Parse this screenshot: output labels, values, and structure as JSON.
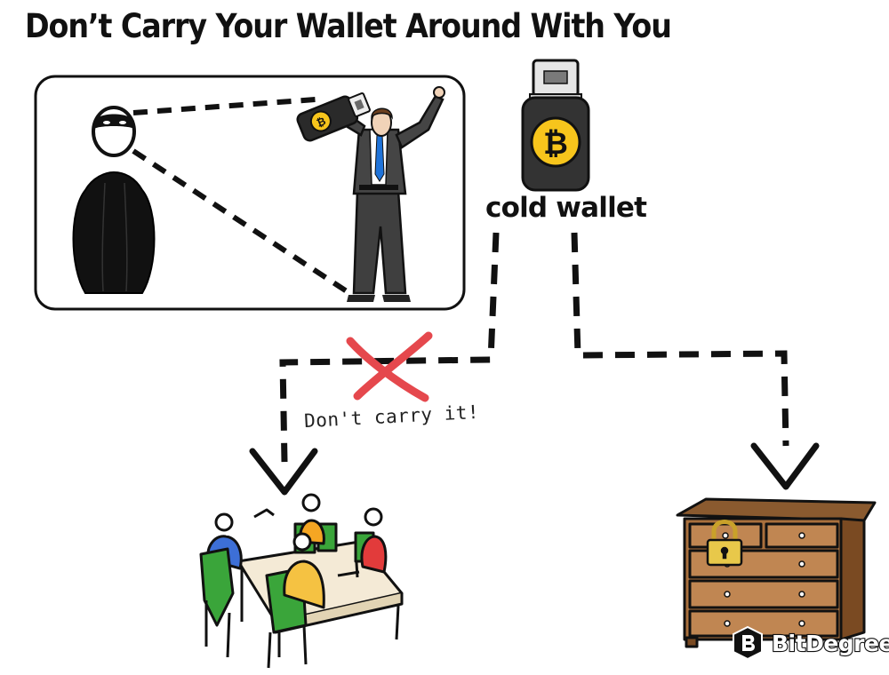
{
  "title": "Don’t Carry Your Wallet Around With You",
  "wallet_label": "cold wallet",
  "warning_label": "Don't carry it!",
  "brand": "BitDegree",
  "icons": {
    "thief": "masked-thief-icon",
    "person": "cheering-man-icon",
    "usb_wallet": "usb-cold-wallet-icon",
    "bitcoin": "bitcoin-icon",
    "cross": "red-cross-icon",
    "meeting": "meeting-table-icon",
    "dresser": "dresser-icon",
    "lock": "padlock-icon",
    "brand_logo": "bitdegree-logo-icon"
  },
  "colors": {
    "bitcoin_yellow": "#f7c51c",
    "cross_red": "#e5484d",
    "wood": "#a9703d",
    "lock_gold": "#e8c84a",
    "chair_green": "#3aa53a",
    "person_orange": "#f5a623",
    "person_red": "#e23b3b",
    "person_blue": "#3d6fd6",
    "tie_blue": "#1f73d9"
  }
}
